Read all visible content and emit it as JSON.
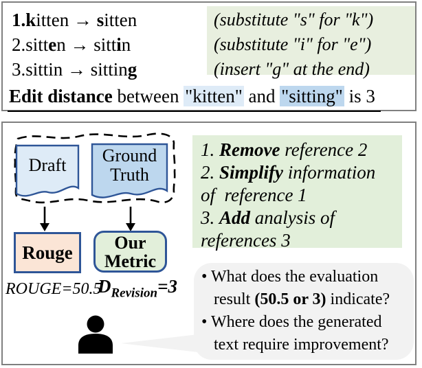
{
  "colors": {
    "panel_border": "#7f7f7f",
    "green_note_bg": "#e8efdf",
    "instruction_bg": "#e2efda",
    "kitten_hl": "#deebf7",
    "sitting_hl": "#bdd7ee",
    "draft_fill": "#deebf7",
    "ground_fill": "#bdd7ee",
    "rouge_fill": "#fbe5d6",
    "metric_fill": "#e2efda",
    "shape_border": "#2e5597",
    "bubble_bg": "#f2f2f2"
  },
  "edit_panel": {
    "steps": [
      {
        "left": [
          {
            "t": "1.k",
            "b": 1
          },
          {
            "t": "itten → ",
            "b": 0
          },
          {
            "t": "s",
            "b": 1
          },
          {
            "t": "itten",
            "b": 0
          }
        ],
        "note": "(substitute \"s\" for \"k\")"
      },
      {
        "left": [
          {
            "t": "2.sitt",
            "b": 0
          },
          {
            "t": "e",
            "b": 1
          },
          {
            "t": "n → sitt",
            "b": 0
          },
          {
            "t": "i",
            "b": 1
          },
          {
            "t": "n",
            "b": 0
          }
        ],
        "note": "(substitute \"i\" for \"e\")"
      },
      {
        "left": [
          {
            "t": "3.sittin → sittin",
            "b": 0
          },
          {
            "t": "g",
            "b": 1
          }
        ],
        "note": "(insert \"g\" at the end)"
      }
    ],
    "summary": [
      {
        "t": "Edit distance",
        "b": 1
      },
      {
        "t": " between ",
        "b": 0
      },
      {
        "t": "\"kitten\"",
        "b": 0,
        "hl": "kitten"
      },
      {
        "t": " and ",
        "b": 0
      },
      {
        "t": "\"sitting\"",
        "b": 0,
        "hl": "sitting"
      },
      {
        "t": " is 3",
        "b": 0
      }
    ]
  },
  "flow_panel": {
    "draft_label": "Draft",
    "ground_truth_label": "Ground Truth",
    "rouge_label": "Rouge",
    "metric_label_line1": "Our",
    "metric_label_line2": "Metric",
    "rouge_score": "ROUGE=50.5",
    "revision_metric": {
      "symbol": "D",
      "subscript": "Revision",
      "value": "=3"
    },
    "instructions": [
      {
        "t": "1. ",
        "b": 0
      },
      {
        "t": "Remove",
        "b": 1
      },
      {
        "t": " reference 2\n2. ",
        "b": 0
      },
      {
        "t": "Simplify",
        "b": 1
      },
      {
        "t": " information\nof  reference 1\n3. ",
        "b": 0
      },
      {
        "t": "Add",
        "b": 1
      },
      {
        "t": " analysis of\nreferences 3",
        "b": 0
      }
    ],
    "questions": [
      {
        "t": "• What does the evaluation\n   result ",
        "b": 0
      },
      {
        "t": "(50.5 or 3)",
        "b": 1
      },
      {
        "t": " indicate?\n• Where does the generated\n   text require improvement?",
        "b": 0
      }
    ]
  }
}
